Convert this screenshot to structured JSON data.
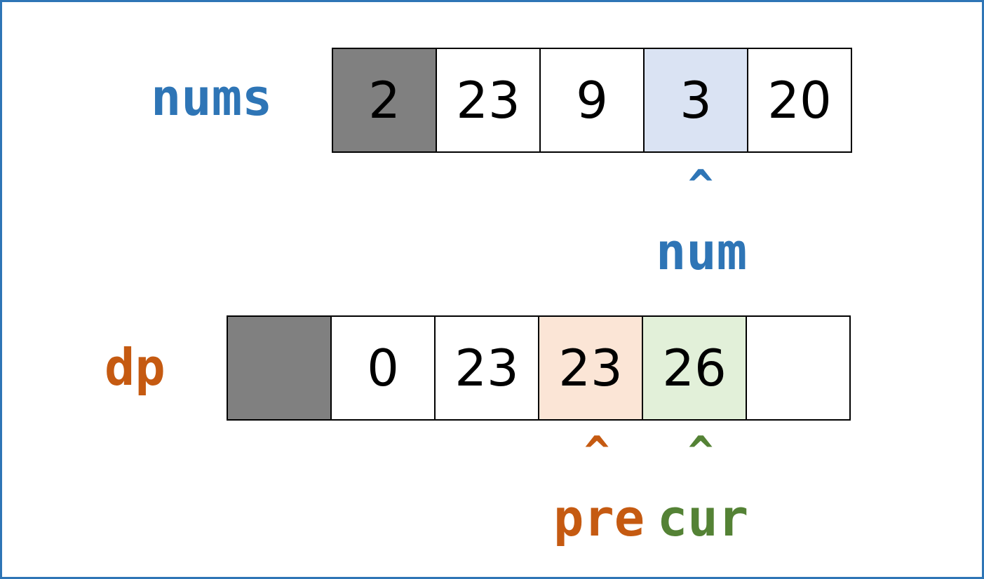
{
  "colors": {
    "border": "#2e75b6",
    "blue": "#2e75b6",
    "orange": "#c55a11",
    "green": "#548235",
    "gray": "#808080",
    "light_blue": "#dae3f3",
    "light_orange": "#fbe5d6",
    "light_green": "#e2f0d9",
    "white": "#ffffff"
  },
  "nums": {
    "label": "nums",
    "cells": [
      "2",
      "23",
      "9",
      "3",
      "20"
    ],
    "fills": [
      "gray",
      "white",
      "white",
      "light_blue",
      "white"
    ],
    "pointer": {
      "index": 3,
      "caret": "^",
      "label": "num"
    }
  },
  "dp": {
    "label": "dp",
    "cells": [
      "",
      "0",
      "23",
      "23",
      "26",
      ""
    ],
    "fills": [
      "gray",
      "white",
      "white",
      "light_orange",
      "light_green",
      "white"
    ],
    "pointers": [
      {
        "index": 3,
        "caret": "^",
        "label": "pre",
        "color": "orange"
      },
      {
        "index": 4,
        "caret": "^",
        "label": "cur",
        "color": "green"
      }
    ]
  }
}
